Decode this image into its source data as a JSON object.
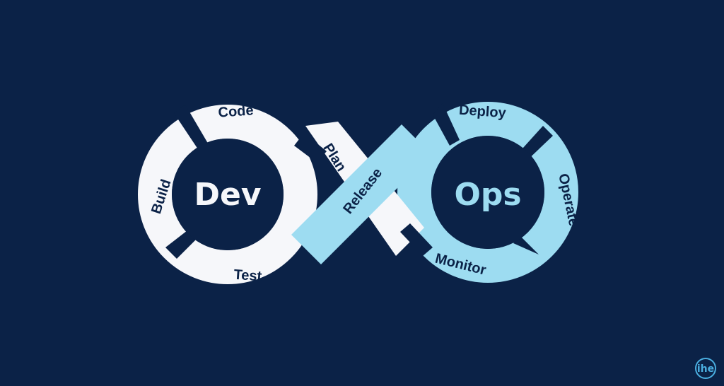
{
  "diagram": {
    "dev": {
      "label": "Dev",
      "stages": [
        "Code",
        "Build",
        "Test",
        "Plan"
      ]
    },
    "ops": {
      "label": "Ops",
      "stages": [
        "Deploy",
        "Operate",
        "Monitor",
        "Release"
      ]
    }
  },
  "logo": {
    "text": "ihe"
  },
  "colors": {
    "background": "#0b2247",
    "dev_band": "#f6f7fa",
    "ops_band": "#9ddcf1",
    "ops_text": "#9ddcf1",
    "dark_text": "#0b2247",
    "logo": "#4aaee0"
  }
}
